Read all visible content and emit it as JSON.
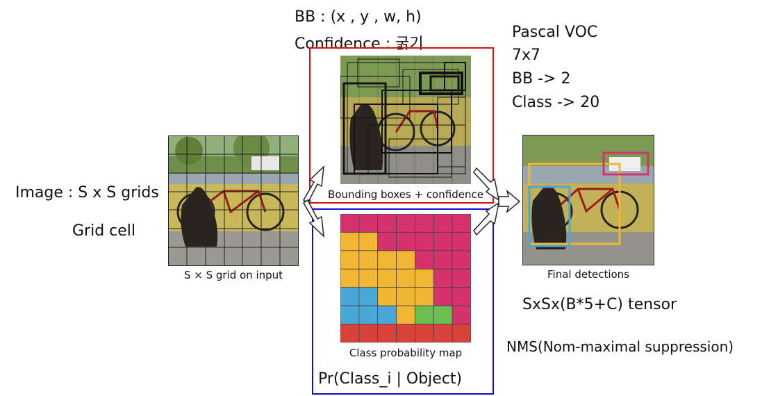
{
  "top_notes": {
    "bb": "BB : (x , y , w, h)",
    "confidence": "Confidence : 굵기"
  },
  "right_notes": {
    "dataset": "Pascal VOC",
    "grid": "7x7",
    "bb": "BB -> 2",
    "class": "Class -> 20"
  },
  "left_notes": {
    "image": "Image : S x S grids",
    "cell": "Grid cell"
  },
  "captions": {
    "input": "S × S grid on input",
    "bbox": "Bounding boxes + confidence",
    "classmap": "Class probability map",
    "final": "Final detections"
  },
  "bottom_notes": {
    "tensor": "SxSx(B*5+C) tensor",
    "nms": "NMS(Nom-maximal suppression)",
    "pr": "Pr(Class_i  |  Object)"
  },
  "colors": {
    "red_frame": "#e01010",
    "blue_frame": "#1010c8",
    "pink": "#d6336c",
    "yellow": "#f2b632",
    "cyan": "#4aa8d8",
    "green": "#6cbf52",
    "red_cell": "#d9413b"
  },
  "class_map": [
    [
      "p",
      "p",
      "p",
      "p",
      "p",
      "p",
      "p"
    ],
    [
      "y",
      "y",
      "p",
      "p",
      "p",
      "p",
      "p"
    ],
    [
      "y",
      "y",
      "y",
      "y",
      "p",
      "p",
      "p"
    ],
    [
      "y",
      "y",
      "y",
      "y",
      "y",
      "p",
      "p"
    ],
    [
      "c",
      "c",
      "y",
      "y",
      "y",
      "p",
      "p"
    ],
    [
      "c",
      "c",
      "c",
      "y",
      "g",
      "g",
      "p"
    ],
    [
      "r",
      "r",
      "r",
      "r",
      "r",
      "r",
      "r"
    ]
  ]
}
